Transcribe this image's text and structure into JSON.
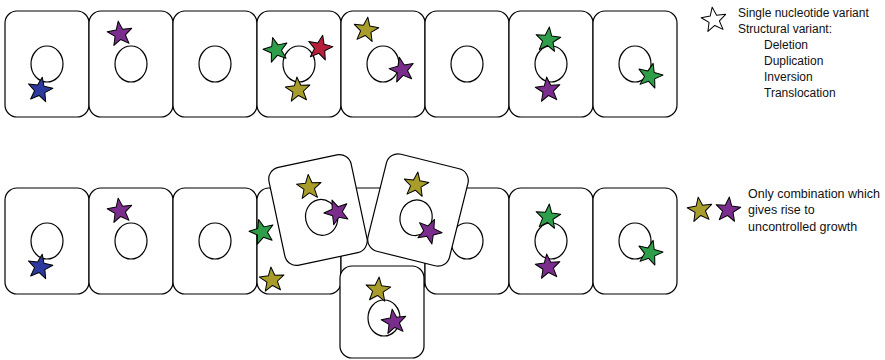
{
  "diagram": {
    "labels": [
      "Structural variant:",
      "Deletion",
      "Duplication",
      "Inversion",
      "Translocation"
    ],
    "legend": [
      {
        "text": "Single nucleotide variant"
      },
      {
        "text": "Only combination which gives rise to uncontrolled growth"
      }
    ]
  }
}
